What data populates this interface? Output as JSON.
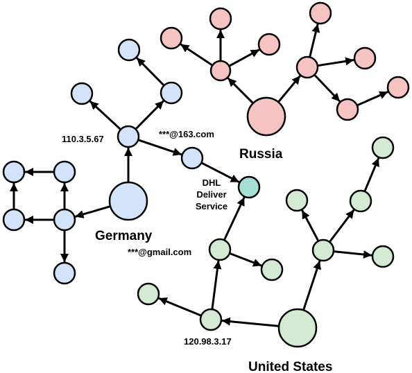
{
  "labels": {
    "russia": "Russia",
    "germany": "Germany",
    "united_states": "United States",
    "ip_germany": "110.3.5.67",
    "email_163": "***@163.com",
    "dhl_line1": "DHL",
    "dhl_line2": "Deliver",
    "dhl_line3": "Service",
    "email_gmail": "***@gmail.com",
    "ip_us": "120.98.3.17"
  },
  "colors": {
    "russia_fill": "#f6c3c3",
    "germany_fill": "#d3e3f9",
    "us_fill": "#d4ead3",
    "dhl_fill": "#a6dfd5"
  }
}
